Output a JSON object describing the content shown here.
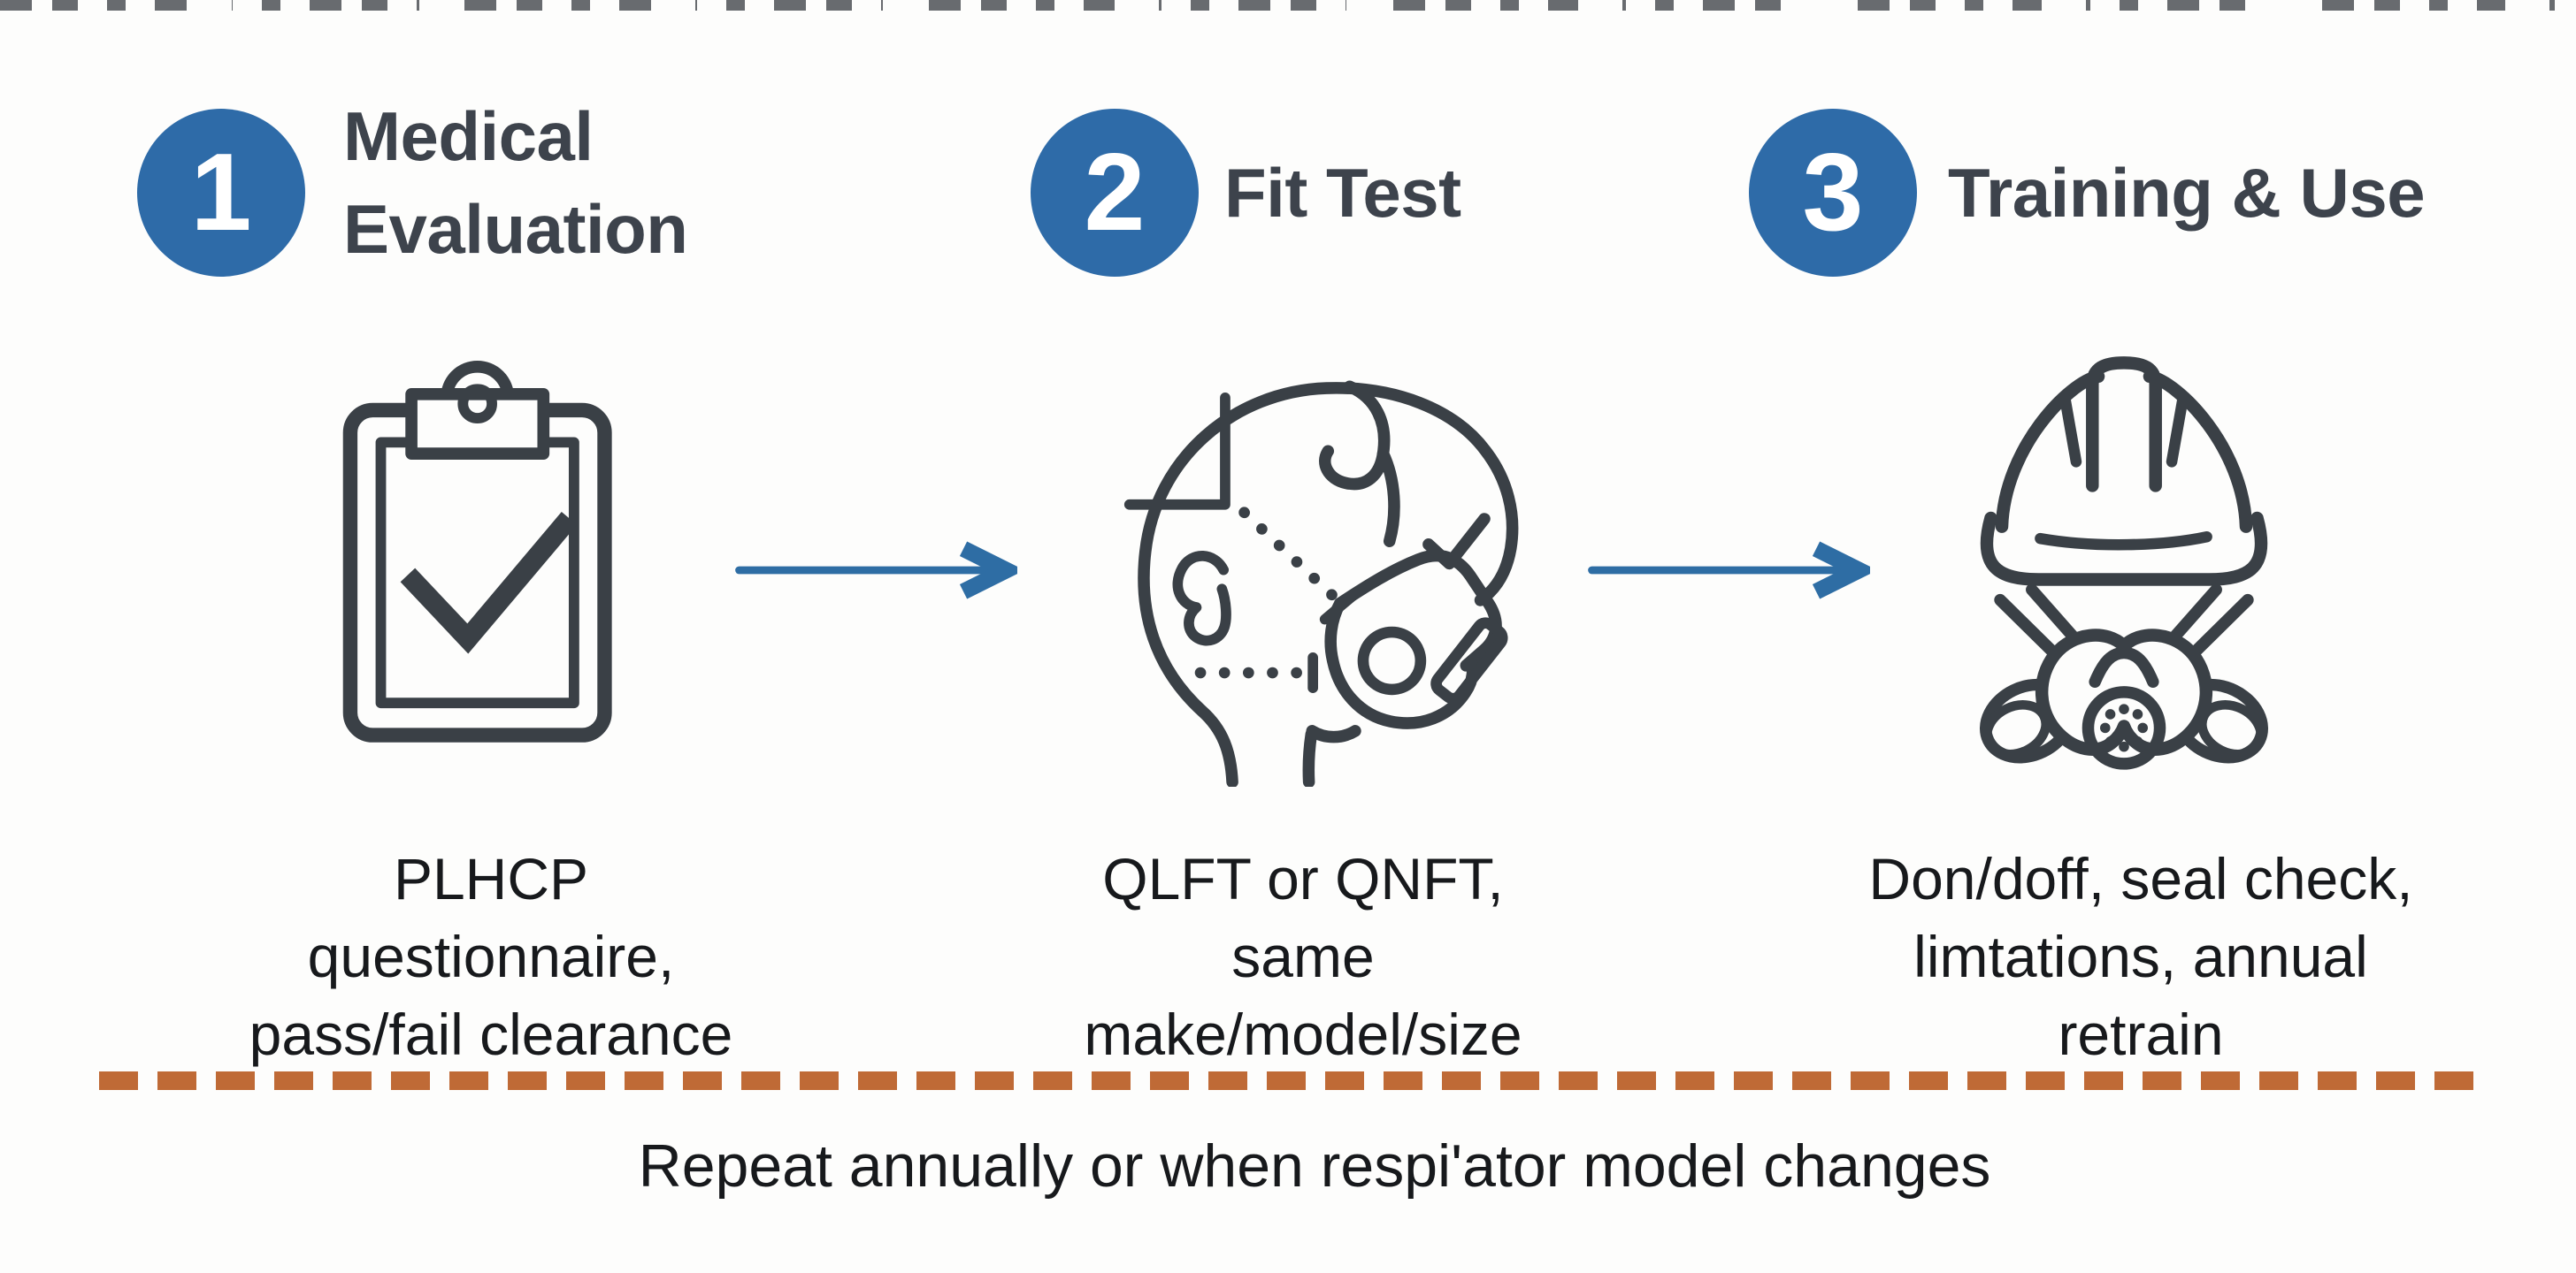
{
  "steps": [
    {
      "number": "1",
      "title": "Medical Evaluation",
      "icon": "clipboard-check",
      "description_line1": "PLHCP questionnaire,",
      "description_line2": "pass/fail clearance"
    },
    {
      "number": "2",
      "title": "Fit Test",
      "icon": "fit-test-head-with-respirator",
      "description_line1": "QLFT or QNFT,",
      "description_line2": "same make/model/size"
    },
    {
      "number": "3",
      "title": "Training & Use",
      "icon": "hardhat-with-respirator",
      "description_line1": "Don/doff, seal check,",
      "description_line2": "limtations, annual retrain"
    }
  ],
  "arrows": [
    {
      "icon": "arrow-right"
    },
    {
      "icon": "arrow-right"
    }
  ],
  "footer": {
    "divider_style": "dashed",
    "note": "Repeat annually or when respi'ator model changes"
  },
  "colors": {
    "step_badge_blue": "#2e6ba8",
    "arrow_blue": "#2e6da4",
    "icon_stroke": "#3a4046",
    "divider_orange": "#bf6a36",
    "title_text": "#3d434c",
    "body_text": "#17191c",
    "background": "#fdfdfc"
  }
}
